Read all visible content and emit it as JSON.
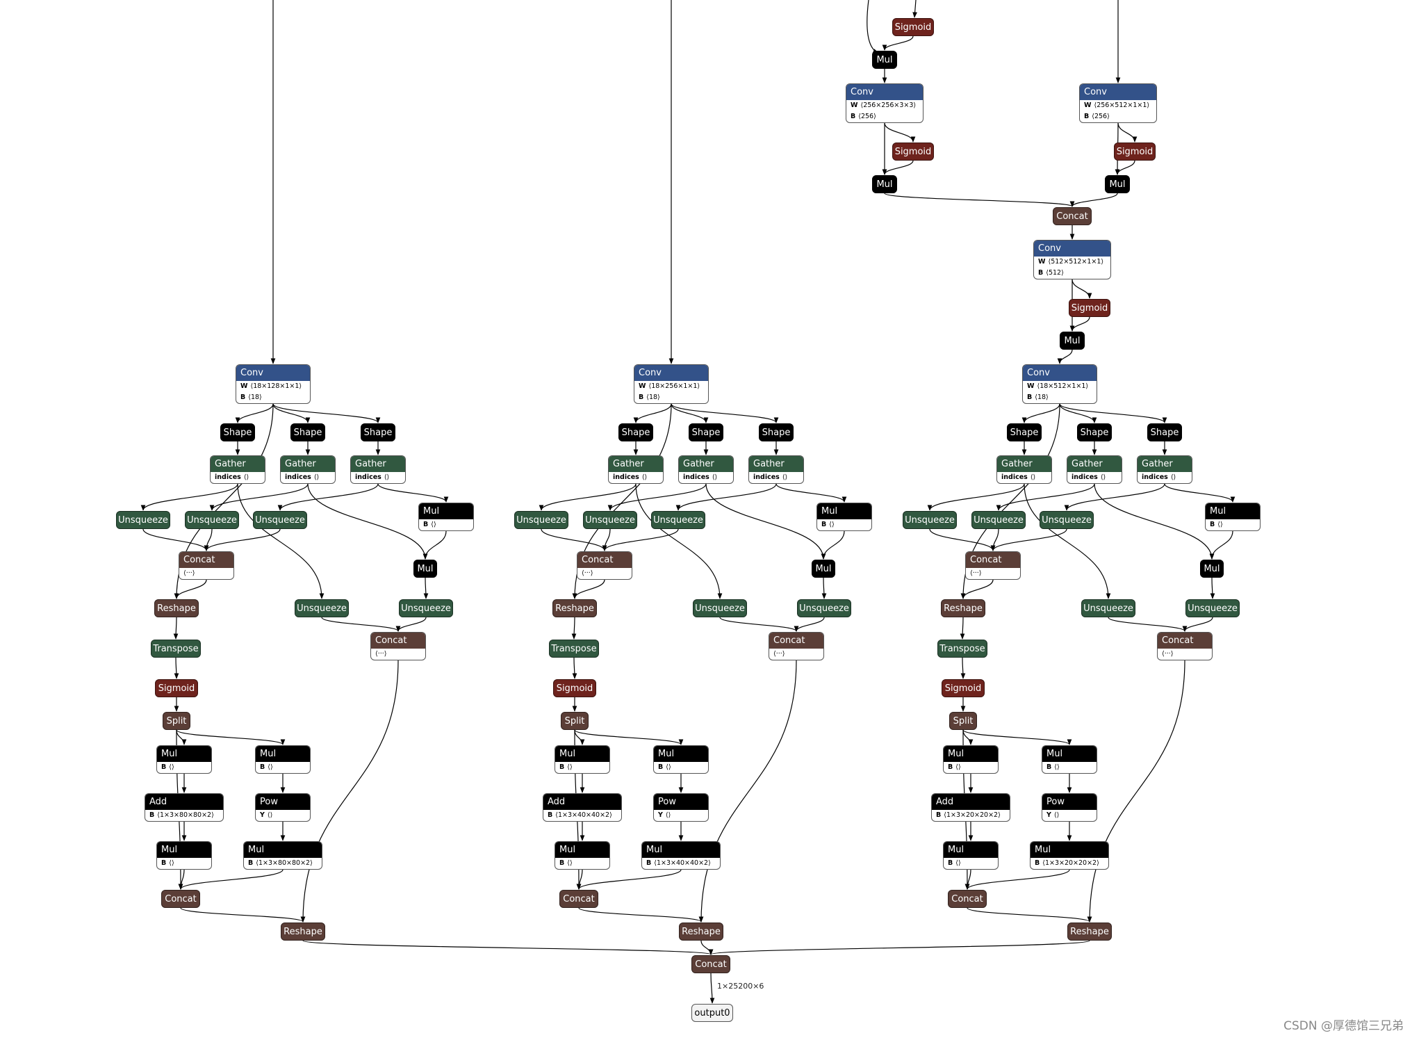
{
  "colors": {
    "conv": "#335289",
    "layer": "#315840",
    "sigmoid": "#6e231d",
    "op": "#000000",
    "tensor": "#5b3e37",
    "edge": "#000000"
  },
  "nodes": [
    {
      "id": "s0",
      "kind": "simple",
      "label": "Sigmoid",
      "cat": "sigmoid"
    },
    {
      "id": "mul0",
      "kind": "simple",
      "label": "Mul",
      "cat": "op"
    },
    {
      "id": "convA",
      "kind": "box",
      "label": "Conv",
      "cat": "conv",
      "attrs": [
        {
          "k": "W",
          "v": "⟨256×256×3×3⟩"
        },
        {
          "k": "B",
          "v": "⟨256⟩"
        }
      ]
    },
    {
      "id": "convB",
      "kind": "box",
      "label": "Conv",
      "cat": "conv",
      "attrs": [
        {
          "k": "W",
          "v": "⟨256×512×1×1⟩"
        },
        {
          "k": "B",
          "v": "⟨256⟩"
        }
      ]
    },
    {
      "id": "sA",
      "kind": "simple",
      "label": "Sigmoid",
      "cat": "sigmoid"
    },
    {
      "id": "sB",
      "kind": "simple",
      "label": "Sigmoid",
      "cat": "sigmoid"
    },
    {
      "id": "mA",
      "kind": "simple",
      "label": "Mul",
      "cat": "op"
    },
    {
      "id": "mB",
      "kind": "simple",
      "label": "Mul",
      "cat": "op"
    },
    {
      "id": "catT",
      "kind": "simple",
      "label": "Concat",
      "cat": "tensor"
    },
    {
      "id": "convC",
      "kind": "box",
      "label": "Conv",
      "cat": "conv",
      "attrs": [
        {
          "k": "W",
          "v": "⟨512×512×1×1⟩"
        },
        {
          "k": "B",
          "v": "⟨512⟩"
        }
      ]
    },
    {
      "id": "sC",
      "kind": "simple",
      "label": "Sigmoid",
      "cat": "sigmoid"
    },
    {
      "id": "mC",
      "kind": "simple",
      "label": "Mul",
      "cat": "op"
    },
    {
      "id": "c1_conv",
      "kind": "box",
      "label": "Conv",
      "cat": "conv",
      "attrs": [
        {
          "k": "W",
          "v": "⟨18×128×1×1⟩"
        },
        {
          "k": "B",
          "v": "⟨18⟩"
        }
      ]
    },
    {
      "id": "c1_sh1",
      "kind": "simple",
      "label": "Shape",
      "cat": "op"
    },
    {
      "id": "c1_sh2",
      "kind": "simple",
      "label": "Shape",
      "cat": "op"
    },
    {
      "id": "c1_sh3",
      "kind": "simple",
      "label": "Shape",
      "cat": "op"
    },
    {
      "id": "c1_g1",
      "kind": "box",
      "label": "Gather",
      "cat": "layer",
      "attrs": [
        {
          "k": "indices",
          "v": "⟨⟩"
        }
      ]
    },
    {
      "id": "c1_g2",
      "kind": "box",
      "label": "Gather",
      "cat": "layer",
      "attrs": [
        {
          "k": "indices",
          "v": "⟨⟩"
        }
      ]
    },
    {
      "id": "c1_g3",
      "kind": "box",
      "label": "Gather",
      "cat": "layer",
      "attrs": [
        {
          "k": "indices",
          "v": "⟨⟩"
        }
      ]
    },
    {
      "id": "c1_u1",
      "kind": "simple",
      "label": "Unsqueeze",
      "cat": "layer"
    },
    {
      "id": "c1_u2",
      "kind": "simple",
      "label": "Unsqueeze",
      "cat": "layer"
    },
    {
      "id": "c1_u3",
      "kind": "simple",
      "label": "Unsqueeze",
      "cat": "layer"
    },
    {
      "id": "c1_mulb",
      "kind": "box",
      "label": "Mul",
      "cat": "op",
      "attrs": [
        {
          "k": "B",
          "v": "⟨⟩"
        }
      ]
    },
    {
      "id": "c1_cat1",
      "kind": "box",
      "label": "Concat",
      "cat": "tensor",
      "attrs": [
        {
          "k": "",
          "v": "⟨···⟩"
        }
      ]
    },
    {
      "id": "c1_mul",
      "kind": "simple",
      "label": "Mul",
      "cat": "op"
    },
    {
      "id": "c1_rs",
      "kind": "simple",
      "label": "Reshape",
      "cat": "tensor"
    },
    {
      "id": "c1_u4",
      "kind": "simple",
      "label": "Unsqueeze",
      "cat": "layer"
    },
    {
      "id": "c1_u5",
      "kind": "simple",
      "label": "Unsqueeze",
      "cat": "layer"
    },
    {
      "id": "c1_cat2",
      "kind": "box",
      "label": "Concat",
      "cat": "tensor",
      "attrs": [
        {
          "k": "",
          "v": "⟨···⟩"
        }
      ]
    },
    {
      "id": "c1_tr",
      "kind": "simple",
      "label": "Transpose",
      "cat": "layer"
    },
    {
      "id": "c1_sg",
      "kind": "simple",
      "label": "Sigmoid",
      "cat": "sigmoid"
    },
    {
      "id": "c1_sp",
      "kind": "simple",
      "label": "Split",
      "cat": "tensor"
    },
    {
      "id": "c1_m1",
      "kind": "box",
      "label": "Mul",
      "cat": "op",
      "attrs": [
        {
          "k": "B",
          "v": "⟨⟩"
        }
      ]
    },
    {
      "id": "c1_m2",
      "kind": "box",
      "label": "Mul",
      "cat": "op",
      "attrs": [
        {
          "k": "B",
          "v": "⟨⟩"
        }
      ]
    },
    {
      "id": "c1_add",
      "kind": "box",
      "label": "Add",
      "cat": "op",
      "attrs": [
        {
          "k": "B",
          "v": "⟨1×3×80×80×2⟩"
        }
      ]
    },
    {
      "id": "c1_pow",
      "kind": "box",
      "label": "Pow",
      "cat": "op",
      "attrs": [
        {
          "k": "Y",
          "v": "⟨⟩"
        }
      ]
    },
    {
      "id": "c1_m3",
      "kind": "box",
      "label": "Mul",
      "cat": "op",
      "attrs": [
        {
          "k": "B",
          "v": "⟨⟩"
        }
      ]
    },
    {
      "id": "c1_m4",
      "kind": "box",
      "label": "Mul",
      "cat": "op",
      "attrs": [
        {
          "k": "B",
          "v": "⟨1×3×80×80×2⟩"
        }
      ]
    },
    {
      "id": "c1_cat3",
      "kind": "simple",
      "label": "Concat",
      "cat": "tensor"
    },
    {
      "id": "c1_rs2",
      "kind": "simple",
      "label": "Reshape",
      "cat": "tensor"
    },
    {
      "id": "c2_conv",
      "kind": "box",
      "label": "Conv",
      "cat": "conv",
      "attrs": [
        {
          "k": "W",
          "v": "⟨18×256×1×1⟩"
        },
        {
          "k": "B",
          "v": "⟨18⟩"
        }
      ]
    },
    {
      "id": "c2_sh1",
      "kind": "simple",
      "label": "Shape",
      "cat": "op"
    },
    {
      "id": "c2_sh2",
      "kind": "simple",
      "label": "Shape",
      "cat": "op"
    },
    {
      "id": "c2_sh3",
      "kind": "simple",
      "label": "Shape",
      "cat": "op"
    },
    {
      "id": "c2_g1",
      "kind": "box",
      "label": "Gather",
      "cat": "layer",
      "attrs": [
        {
          "k": "indices",
          "v": "⟨⟩"
        }
      ]
    },
    {
      "id": "c2_g2",
      "kind": "box",
      "label": "Gather",
      "cat": "layer",
      "attrs": [
        {
          "k": "indices",
          "v": "⟨⟩"
        }
      ]
    },
    {
      "id": "c2_g3",
      "kind": "box",
      "label": "Gather",
      "cat": "layer",
      "attrs": [
        {
          "k": "indices",
          "v": "⟨⟩"
        }
      ]
    },
    {
      "id": "c2_u1",
      "kind": "simple",
      "label": "Unsqueeze",
      "cat": "layer"
    },
    {
      "id": "c2_u2",
      "kind": "simple",
      "label": "Unsqueeze",
      "cat": "layer"
    },
    {
      "id": "c2_u3",
      "kind": "simple",
      "label": "Unsqueeze",
      "cat": "layer"
    },
    {
      "id": "c2_mulb",
      "kind": "box",
      "label": "Mul",
      "cat": "op",
      "attrs": [
        {
          "k": "B",
          "v": "⟨⟩"
        }
      ]
    },
    {
      "id": "c2_cat1",
      "kind": "box",
      "label": "Concat",
      "cat": "tensor",
      "attrs": [
        {
          "k": "",
          "v": "⟨···⟩"
        }
      ]
    },
    {
      "id": "c2_mul",
      "kind": "simple",
      "label": "Mul",
      "cat": "op"
    },
    {
      "id": "c2_rs",
      "kind": "simple",
      "label": "Reshape",
      "cat": "tensor"
    },
    {
      "id": "c2_u4",
      "kind": "simple",
      "label": "Unsqueeze",
      "cat": "layer"
    },
    {
      "id": "c2_u5",
      "kind": "simple",
      "label": "Unsqueeze",
      "cat": "layer"
    },
    {
      "id": "c2_cat2",
      "kind": "box",
      "label": "Concat",
      "cat": "tensor",
      "attrs": [
        {
          "k": "",
          "v": "⟨···⟩"
        }
      ]
    },
    {
      "id": "c2_tr",
      "kind": "simple",
      "label": "Transpose",
      "cat": "layer"
    },
    {
      "id": "c2_sg",
      "kind": "simple",
      "label": "Sigmoid",
      "cat": "sigmoid"
    },
    {
      "id": "c2_sp",
      "kind": "simple",
      "label": "Split",
      "cat": "tensor"
    },
    {
      "id": "c2_m1",
      "kind": "box",
      "label": "Mul",
      "cat": "op",
      "attrs": [
        {
          "k": "B",
          "v": "⟨⟩"
        }
      ]
    },
    {
      "id": "c2_m2",
      "kind": "box",
      "label": "Mul",
      "cat": "op",
      "attrs": [
        {
          "k": "B",
          "v": "⟨⟩"
        }
      ]
    },
    {
      "id": "c2_add",
      "kind": "box",
      "label": "Add",
      "cat": "op",
      "attrs": [
        {
          "k": "B",
          "v": "⟨1×3×40×40×2⟩"
        }
      ]
    },
    {
      "id": "c2_pow",
      "kind": "box",
      "label": "Pow",
      "cat": "op",
      "attrs": [
        {
          "k": "Y",
          "v": "⟨⟩"
        }
      ]
    },
    {
      "id": "c2_m3",
      "kind": "box",
      "label": "Mul",
      "cat": "op",
      "attrs": [
        {
          "k": "B",
          "v": "⟨⟩"
        }
      ]
    },
    {
      "id": "c2_m4",
      "kind": "box",
      "label": "Mul",
      "cat": "op",
      "attrs": [
        {
          "k": "B",
          "v": "⟨1×3×40×40×2⟩"
        }
      ]
    },
    {
      "id": "c2_cat3",
      "kind": "simple",
      "label": "Concat",
      "cat": "tensor"
    },
    {
      "id": "c2_rs2",
      "kind": "simple",
      "label": "Reshape",
      "cat": "tensor"
    },
    {
      "id": "c3_conv",
      "kind": "box",
      "label": "Conv",
      "cat": "conv",
      "attrs": [
        {
          "k": "W",
          "v": "⟨18×512×1×1⟩"
        },
        {
          "k": "B",
          "v": "⟨18⟩"
        }
      ]
    },
    {
      "id": "c3_sh1",
      "kind": "simple",
      "label": "Shape",
      "cat": "op"
    },
    {
      "id": "c3_sh2",
      "kind": "simple",
      "label": "Shape",
      "cat": "op"
    },
    {
      "id": "c3_sh3",
      "kind": "simple",
      "label": "Shape",
      "cat": "op"
    },
    {
      "id": "c3_g1",
      "kind": "box",
      "label": "Gather",
      "cat": "layer",
      "attrs": [
        {
          "k": "indices",
          "v": "⟨⟩"
        }
      ]
    },
    {
      "id": "c3_g2",
      "kind": "box",
      "label": "Gather",
      "cat": "layer",
      "attrs": [
        {
          "k": "indices",
          "v": "⟨⟩"
        }
      ]
    },
    {
      "id": "c3_g3",
      "kind": "box",
      "label": "Gather",
      "cat": "layer",
      "attrs": [
        {
          "k": "indices",
          "v": "⟨⟩"
        }
      ]
    },
    {
      "id": "c3_u1",
      "kind": "simple",
      "label": "Unsqueeze",
      "cat": "layer"
    },
    {
      "id": "c3_u2",
      "kind": "simple",
      "label": "Unsqueeze",
      "cat": "layer"
    },
    {
      "id": "c3_u3",
      "kind": "simple",
      "label": "Unsqueeze",
      "cat": "layer"
    },
    {
      "id": "c3_mulb",
      "kind": "box",
      "label": "Mul",
      "cat": "op",
      "attrs": [
        {
          "k": "B",
          "v": "⟨⟩"
        }
      ]
    },
    {
      "id": "c3_cat1",
      "kind": "box",
      "label": "Concat",
      "cat": "tensor",
      "attrs": [
        {
          "k": "",
          "v": "⟨···⟩"
        }
      ]
    },
    {
      "id": "c3_mul",
      "kind": "simple",
      "label": "Mul",
      "cat": "op"
    },
    {
      "id": "c3_rs",
      "kind": "simple",
      "label": "Reshape",
      "cat": "tensor"
    },
    {
      "id": "c3_u4",
      "kind": "simple",
      "label": "Unsqueeze",
      "cat": "layer"
    },
    {
      "id": "c3_u5",
      "kind": "simple",
      "label": "Unsqueeze",
      "cat": "layer"
    },
    {
      "id": "c3_cat2",
      "kind": "box",
      "label": "Concat",
      "cat": "tensor",
      "attrs": [
        {
          "k": "",
          "v": "⟨···⟩"
        }
      ]
    },
    {
      "id": "c3_tr",
      "kind": "simple",
      "label": "Transpose",
      "cat": "layer"
    },
    {
      "id": "c3_sg",
      "kind": "simple",
      "label": "Sigmoid",
      "cat": "sigmoid"
    },
    {
      "id": "c3_sp",
      "kind": "simple",
      "label": "Split",
      "cat": "tensor"
    },
    {
      "id": "c3_m1",
      "kind": "box",
      "label": "Mul",
      "cat": "op",
      "attrs": [
        {
          "k": "B",
          "v": "⟨⟩"
        }
      ]
    },
    {
      "id": "c3_m2",
      "kind": "box",
      "label": "Mul",
      "cat": "op",
      "attrs": [
        {
          "k": "B",
          "v": "⟨⟩"
        }
      ]
    },
    {
      "id": "c3_add",
      "kind": "box",
      "label": "Add",
      "cat": "op",
      "attrs": [
        {
          "k": "B",
          "v": "⟨1×3×20×20×2⟩"
        }
      ]
    },
    {
      "id": "c3_pow",
      "kind": "box",
      "label": "Pow",
      "cat": "op",
      "attrs": [
        {
          "k": "Y",
          "v": "⟨⟩"
        }
      ]
    },
    {
      "id": "c3_m3",
      "kind": "box",
      "label": "Mul",
      "cat": "op",
      "attrs": [
        {
          "k": "B",
          "v": "⟨⟩"
        }
      ]
    },
    {
      "id": "c3_m4",
      "kind": "box",
      "label": "Mul",
      "cat": "op",
      "attrs": [
        {
          "k": "B",
          "v": "⟨1×3×20×20×2⟩"
        }
      ]
    },
    {
      "id": "c3_cat3",
      "kind": "simple",
      "label": "Concat",
      "cat": "tensor"
    },
    {
      "id": "c3_rs2",
      "kind": "simple",
      "label": "Reshape",
      "cat": "tensor"
    },
    {
      "id": "final",
      "kind": "simple",
      "label": "Concat",
      "cat": "tensor"
    },
    {
      "id": "output",
      "kind": "simple",
      "label": "output0",
      "cat": "output"
    }
  ],
  "edges": [
    [
      "s0",
      "mul0"
    ],
    [
      "mul0",
      "convA"
    ],
    [
      "convA",
      "sA"
    ],
    [
      "convA",
      "mA"
    ],
    [
      "sA",
      "mA"
    ],
    [
      "convB",
      "sB"
    ],
    [
      "convB",
      "mB"
    ],
    [
      "sB",
      "mB"
    ],
    [
      "mA",
      "catT"
    ],
    [
      "mB",
      "catT"
    ],
    [
      "catT",
      "convC"
    ],
    [
      "convC",
      "sC"
    ],
    [
      "convC",
      "mC"
    ],
    [
      "sC",
      "mC"
    ],
    [
      "mC",
      "c3_conv"
    ],
    [
      "c1_conv",
      "c1_sh1"
    ],
    [
      "c1_conv",
      "c1_sh2"
    ],
    [
      "c1_conv",
      "c1_sh3"
    ],
    [
      "c1_conv",
      "c1_rs"
    ],
    [
      "c1_sh1",
      "c1_g1"
    ],
    [
      "c1_sh2",
      "c1_g2"
    ],
    [
      "c1_sh3",
      "c1_g3"
    ],
    [
      "c1_g1",
      "c1_u1"
    ],
    [
      "c1_g2",
      "c1_u2"
    ],
    [
      "c1_g3",
      "c1_u3"
    ],
    [
      "c1_g1",
      "c1_u4"
    ],
    [
      "c1_g2",
      "c1_mul"
    ],
    [
      "c1_g3",
      "c1_mulb"
    ],
    [
      "c1_mulb",
      "c1_mul"
    ],
    [
      "c1_u1",
      "c1_cat1"
    ],
    [
      "c1_u2",
      "c1_cat1"
    ],
    [
      "c1_u3",
      "c1_cat1"
    ],
    [
      "c1_cat1",
      "c1_rs"
    ],
    [
      "c1_mul",
      "c1_u5"
    ],
    [
      "c1_u4",
      "c1_cat2"
    ],
    [
      "c1_u5",
      "c1_cat2"
    ],
    [
      "c1_rs",
      "c1_tr"
    ],
    [
      "c1_tr",
      "c1_sg"
    ],
    [
      "c1_sg",
      "c1_sp"
    ],
    [
      "c1_sp",
      "c1_m1"
    ],
    [
      "c1_sp",
      "c1_m2"
    ],
    [
      "c1_sp",
      "c1_cat3"
    ],
    [
      "c1_m1",
      "c1_add"
    ],
    [
      "c1_add",
      "c1_m3"
    ],
    [
      "c1_m2",
      "c1_pow"
    ],
    [
      "c1_pow",
      "c1_m4"
    ],
    [
      "c1_m3",
      "c1_cat3"
    ],
    [
      "c1_m4",
      "c1_cat3"
    ],
    [
      "c1_cat3",
      "c1_rs2"
    ],
    [
      "c1_cat2",
      "c1_rs2"
    ],
    [
      "c1_rs2",
      "final"
    ],
    [
      "c2_conv",
      "c2_sh1"
    ],
    [
      "c2_conv",
      "c2_sh2"
    ],
    [
      "c2_conv",
      "c2_sh3"
    ],
    [
      "c2_conv",
      "c2_rs"
    ],
    [
      "c2_sh1",
      "c2_g1"
    ],
    [
      "c2_sh2",
      "c2_g2"
    ],
    [
      "c2_sh3",
      "c2_g3"
    ],
    [
      "c2_g1",
      "c2_u1"
    ],
    [
      "c2_g2",
      "c2_u2"
    ],
    [
      "c2_g3",
      "c2_u3"
    ],
    [
      "c2_g1",
      "c2_u4"
    ],
    [
      "c2_g2",
      "c2_mul"
    ],
    [
      "c2_g3",
      "c2_mulb"
    ],
    [
      "c2_mulb",
      "c2_mul"
    ],
    [
      "c2_u1",
      "c2_cat1"
    ],
    [
      "c2_u2",
      "c2_cat1"
    ],
    [
      "c2_u3",
      "c2_cat1"
    ],
    [
      "c2_cat1",
      "c2_rs"
    ],
    [
      "c2_mul",
      "c2_u5"
    ],
    [
      "c2_u4",
      "c2_cat2"
    ],
    [
      "c2_u5",
      "c2_cat2"
    ],
    [
      "c2_rs",
      "c2_tr"
    ],
    [
      "c2_tr",
      "c2_sg"
    ],
    [
      "c2_sg",
      "c2_sp"
    ],
    [
      "c2_sp",
      "c2_m1"
    ],
    [
      "c2_sp",
      "c2_m2"
    ],
    [
      "c2_sp",
      "c2_cat3"
    ],
    [
      "c2_m1",
      "c2_add"
    ],
    [
      "c2_add",
      "c2_m3"
    ],
    [
      "c2_m2",
      "c2_pow"
    ],
    [
      "c2_pow",
      "c2_m4"
    ],
    [
      "c2_m3",
      "c2_cat3"
    ],
    [
      "c2_m4",
      "c2_cat3"
    ],
    [
      "c2_cat3",
      "c2_rs2"
    ],
    [
      "c2_cat2",
      "c2_rs2"
    ],
    [
      "c2_rs2",
      "final"
    ],
    [
      "c3_conv",
      "c3_sh1"
    ],
    [
      "c3_conv",
      "c3_sh2"
    ],
    [
      "c3_conv",
      "c3_sh3"
    ],
    [
      "c3_conv",
      "c3_rs"
    ],
    [
      "c3_sh1",
      "c3_g1"
    ],
    [
      "c3_sh2",
      "c3_g2"
    ],
    [
      "c3_sh3",
      "c3_g3"
    ],
    [
      "c3_g1",
      "c3_u1"
    ],
    [
      "c3_g2",
      "c3_u2"
    ],
    [
      "c3_g3",
      "c3_u3"
    ],
    [
      "c3_g1",
      "c3_u4"
    ],
    [
      "c3_g2",
      "c3_mul"
    ],
    [
      "c3_g3",
      "c3_mulb"
    ],
    [
      "c3_mulb",
      "c3_mul"
    ],
    [
      "c3_u1",
      "c3_cat1"
    ],
    [
      "c3_u2",
      "c3_cat1"
    ],
    [
      "c3_u3",
      "c3_cat1"
    ],
    [
      "c3_cat1",
      "c3_rs"
    ],
    [
      "c3_mul",
      "c3_u5"
    ],
    [
      "c3_u4",
      "c3_cat2"
    ],
    [
      "c3_u5",
      "c3_cat2"
    ],
    [
      "c3_rs",
      "c3_tr"
    ],
    [
      "c3_tr",
      "c3_sg"
    ],
    [
      "c3_sg",
      "c3_sp"
    ],
    [
      "c3_sp",
      "c3_m1"
    ],
    [
      "c3_sp",
      "c3_m2"
    ],
    [
      "c3_sp",
      "c3_cat3"
    ],
    [
      "c3_m1",
      "c3_add"
    ],
    [
      "c3_add",
      "c3_m3"
    ],
    [
      "c3_m2",
      "c3_pow"
    ],
    [
      "c3_pow",
      "c3_m4"
    ],
    [
      "c3_m3",
      "c3_cat3"
    ],
    [
      "c3_m4",
      "c3_cat3"
    ],
    [
      "c3_cat3",
      "c3_rs2"
    ],
    [
      "c3_cat2",
      "c3_rs2"
    ],
    [
      "c3_rs2",
      "final"
    ],
    [
      "final",
      "output"
    ]
  ],
  "output_shape": "1×25200×6",
  "watermark": "CSDN @厚德馆三兄弟"
}
